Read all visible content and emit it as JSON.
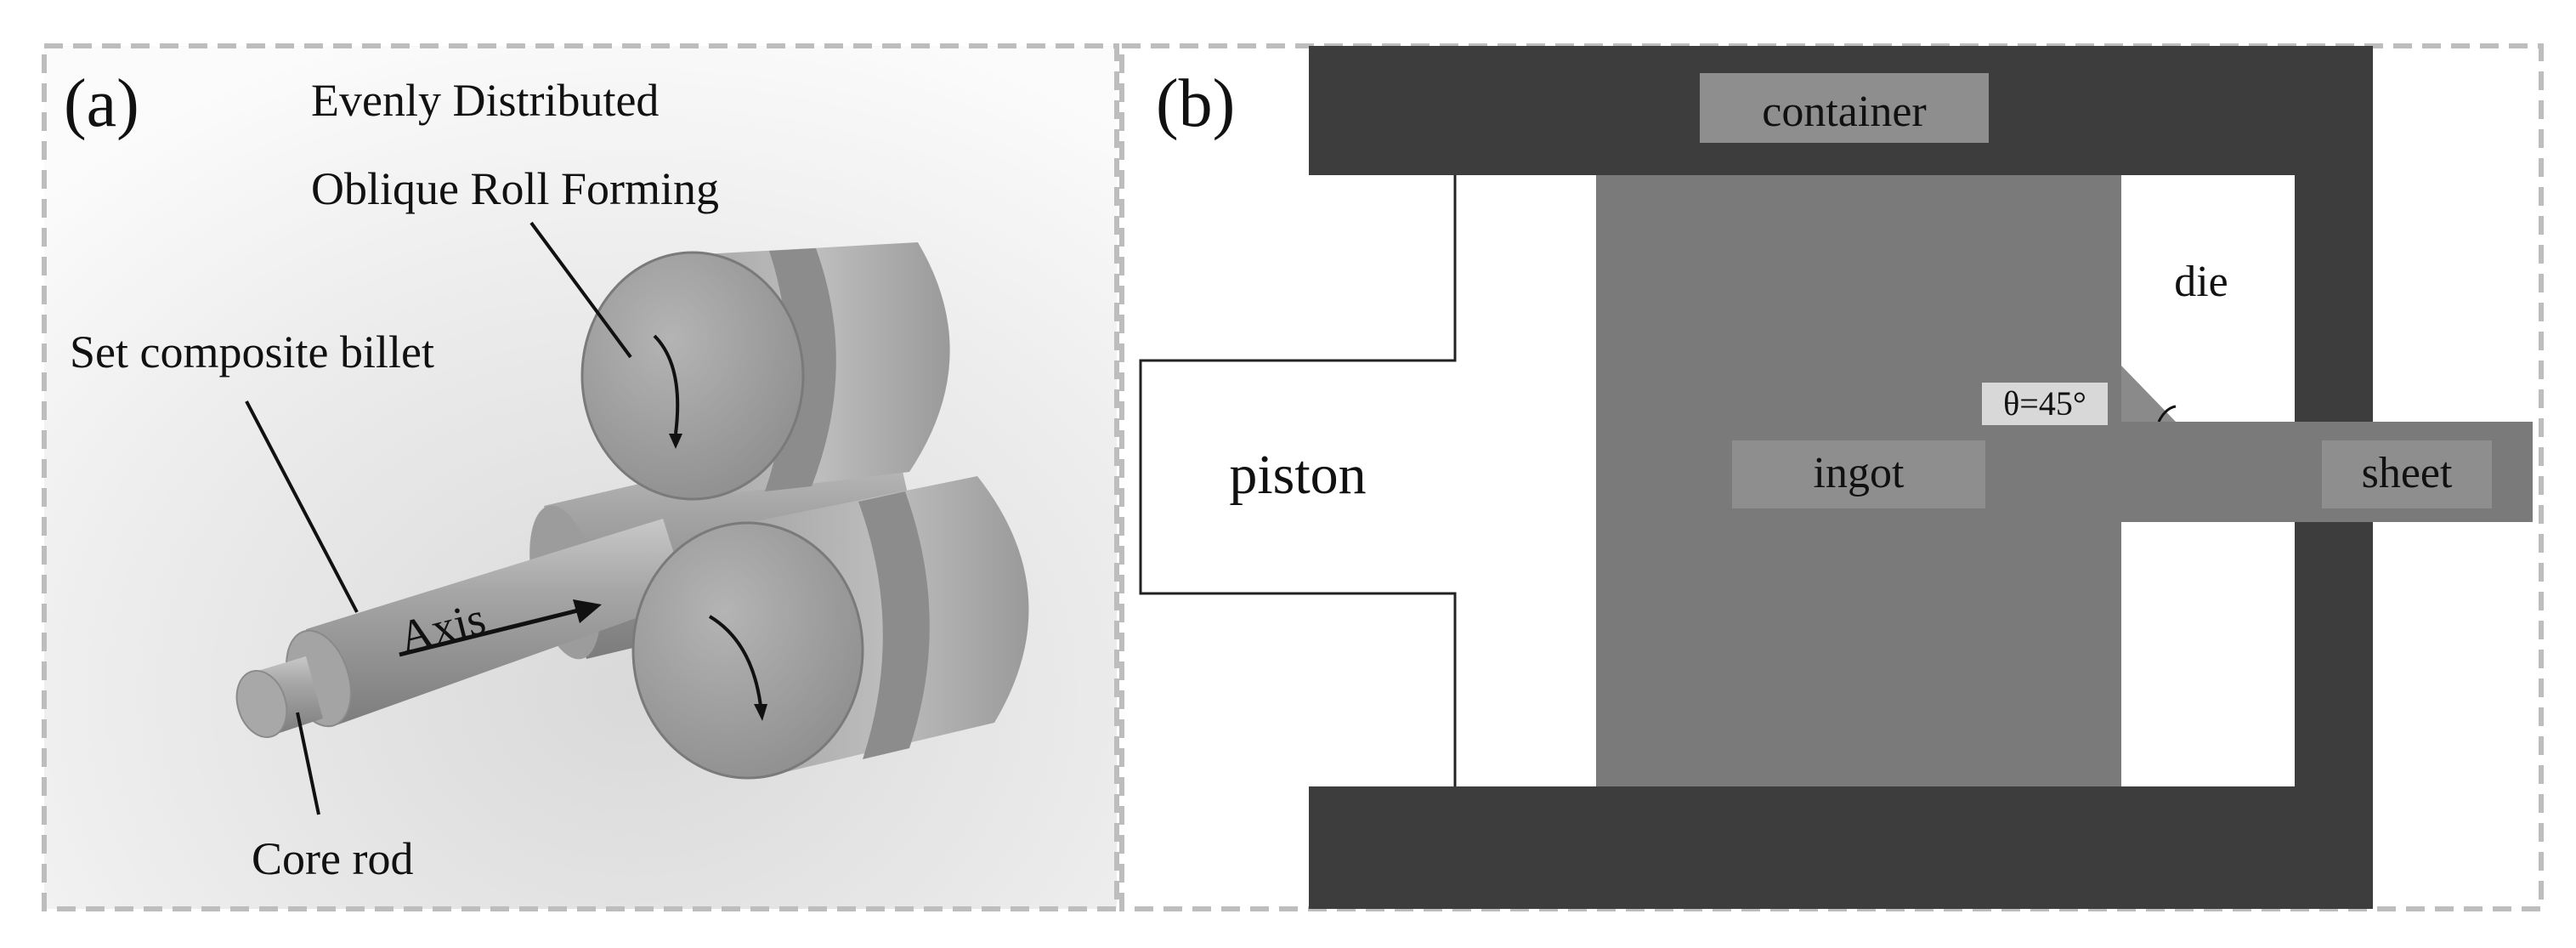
{
  "panel_a": {
    "panel_label": "(a)",
    "title_line1": "Evenly Distributed",
    "title_line2": "Oblique Roll Forming",
    "billet_label": "Set composite billet",
    "axis_label": "Axis",
    "core_rod_label": "Core rod"
  },
  "panel_b": {
    "panel_label": "(b)",
    "container_label": "container",
    "die_label": "die",
    "angle_label": "θ=45°",
    "piston_label": "piston",
    "ingot_label": "ingot",
    "sheet_label": "sheet"
  },
  "colors": {
    "container": "#3d3d3d",
    "ingot": "#7a7a7a",
    "label_box": "#8e8e8e",
    "frame_dash": "#bdbdbd",
    "roll_gray": "#9a9a9a"
  }
}
